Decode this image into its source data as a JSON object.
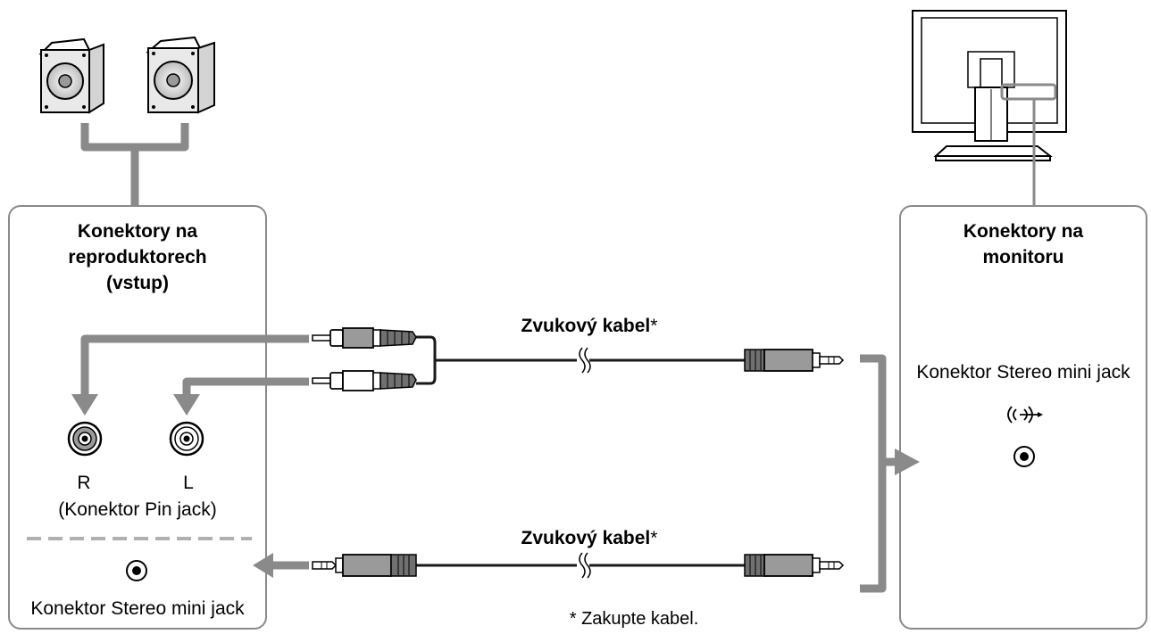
{
  "left_box": {
    "title_line1": "Konektory na",
    "title_line2": "reproduktorech",
    "title_line3": "(vstup)",
    "label_r": "R",
    "label_l": "L",
    "pin_jack_label": "(Konektor Pin jack)",
    "mini_jack_label": "Konektor Stereo mini jack"
  },
  "right_box": {
    "title_line1": "Konektory na",
    "title_line2": "monitoru",
    "mini_jack_label": "Konektor Stereo mini jack"
  },
  "cables": {
    "upper_label": "Zvukový kabel",
    "lower_label": "Zvukový kabel",
    "asterisk": "*"
  },
  "footnote": "* Zakupte kabel.",
  "icons": [
    "speaker-icon",
    "monitor-icon",
    "rca-plug-icon",
    "mini-plug-icon",
    "audio-output-icon"
  ],
  "colors": {
    "connector_line": "#8a8a8a",
    "cable": "#1a1a1a",
    "box_border": "#8a8a8a"
  }
}
